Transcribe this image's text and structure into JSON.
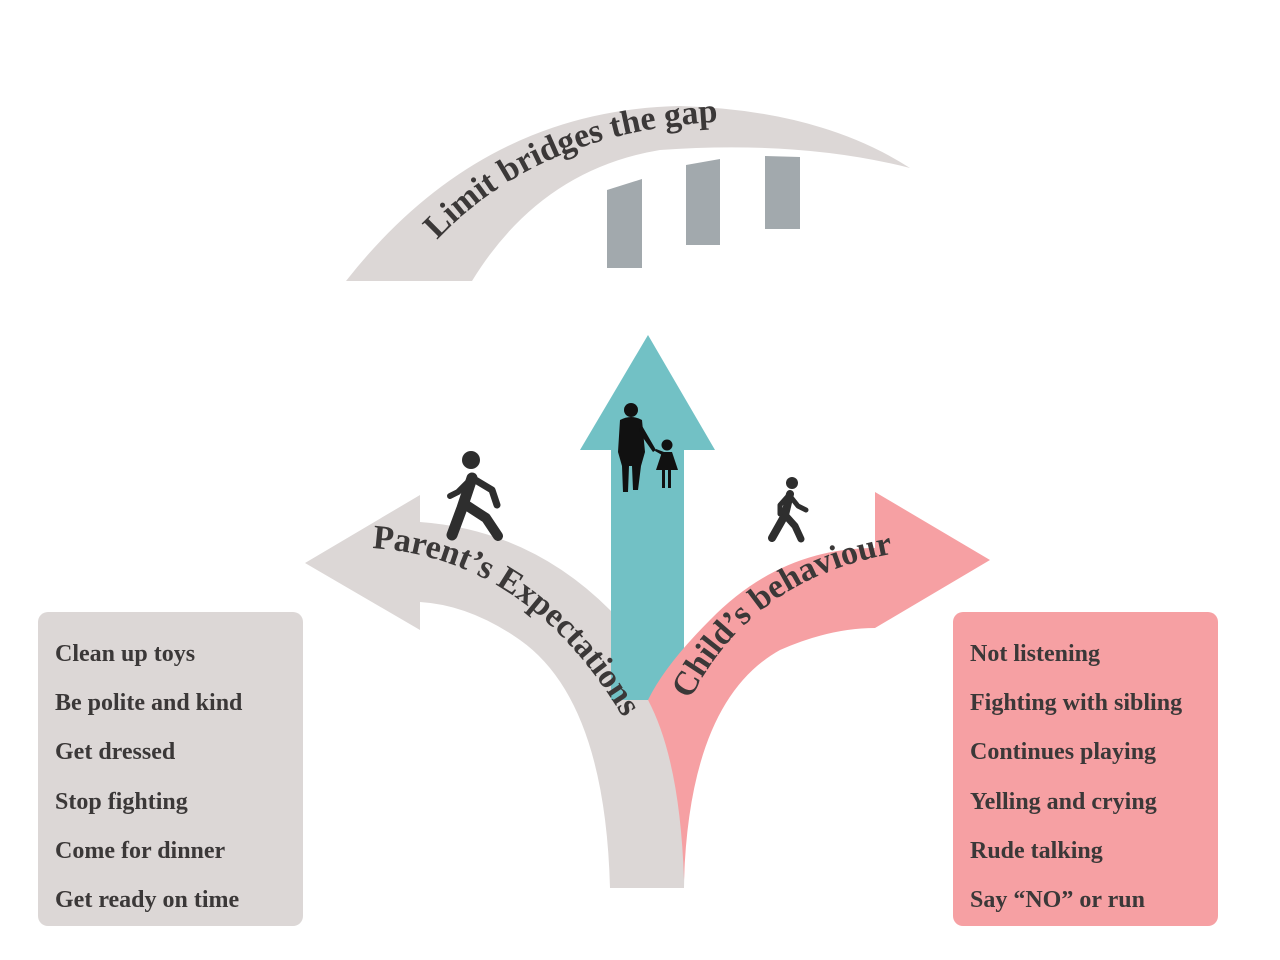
{
  "title": "Limit bridges the gap",
  "left_arrow_label": "Parent’s Expectations",
  "right_arrow_label": "Child’s behaviour",
  "parent_expectations": [
    "Clean up toys",
    "Be polite and kind",
    "Get dressed",
    "Stop fighting",
    "Come for dinner",
    "Get ready on time"
  ],
  "child_behaviour": [
    "Not listening",
    "Fighting with sibling",
    "Continues playing",
    "Yelling and crying",
    "Rude talking",
    "Say “NO” or run"
  ],
  "colors": {
    "gray": "#dcd7d6",
    "pillar": "#a2a9ad",
    "teal": "#72c1c5",
    "pink": "#f6a0a3",
    "text": "#3b3838"
  },
  "icons": [
    "walking-adult-icon",
    "parent-child-holding-hands-icon",
    "walking-child-icon"
  ]
}
